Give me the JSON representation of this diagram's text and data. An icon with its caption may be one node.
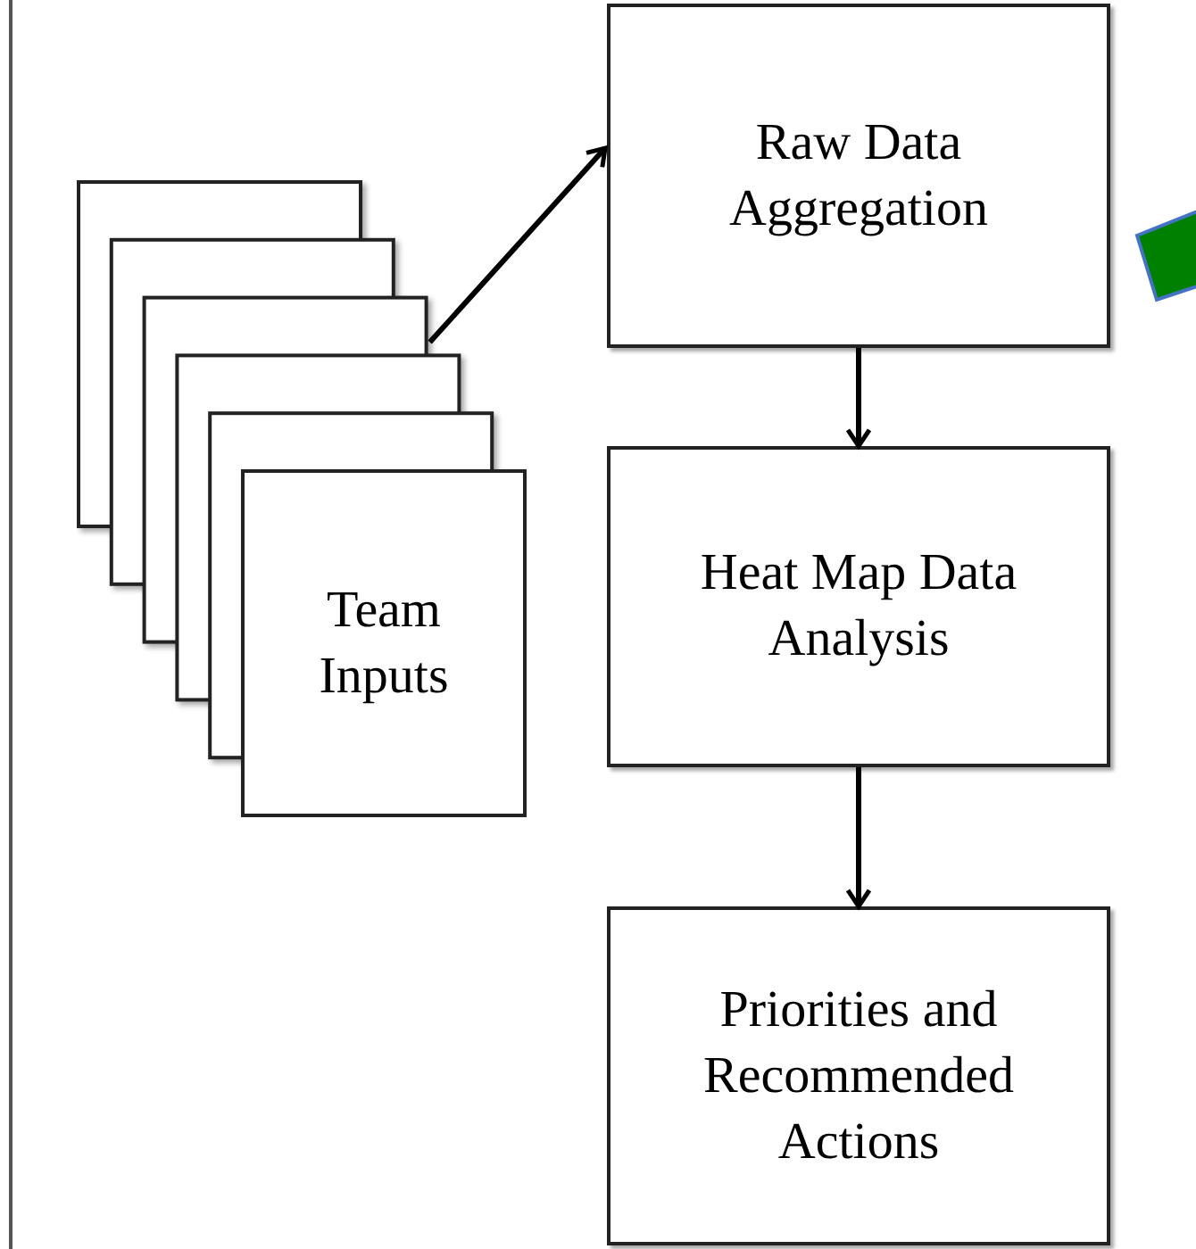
{
  "diagram": {
    "nodes": [
      {
        "text": [
          "Team Inputs"
        ]
      },
      {
        "text": [
          "Raw Data Aggregation"
        ]
      },
      {
        "text": [
          "Heat Map Data Analysis"
        ]
      },
      {
        "text": [
          "Priorities and Recommended Actions"
        ]
      }
    ],
    "edges": [
      {
        "from": 0,
        "to": 1,
        "arrow": "to"
      },
      {
        "from": 1,
        "to": 2,
        "arrow": "to"
      },
      {
        "from": 2,
        "to": 3,
        "arrow": "to"
      }
    ]
  }
}
